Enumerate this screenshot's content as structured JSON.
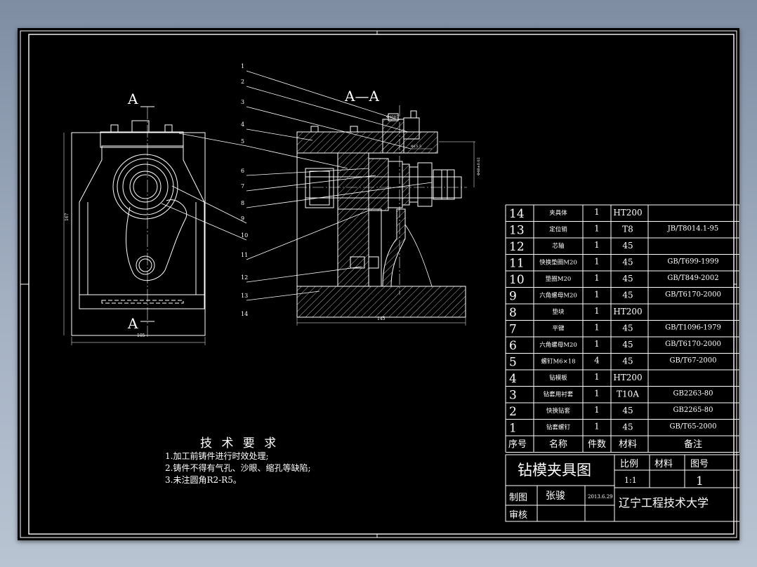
{
  "drawing": {
    "left_view_label": "A",
    "section_title": "A—A",
    "callouts": [
      "1",
      "2",
      "3",
      "4",
      "5",
      "6",
      "7",
      "8",
      "9",
      "10",
      "11",
      "12",
      "13",
      "14"
    ],
    "dims": {
      "right_width": "145",
      "left_width": "105",
      "left_height": "167",
      "small_top": "Φ40H7",
      "small_mid": "Φ15.5",
      "right_height": "Φ48±0.02"
    }
  },
  "tech_requirements": {
    "title": "技 术 要 求",
    "lines": [
      "1.加工前铸件进行时效处理;",
      "2.铸件不得有气孔、沙眼、缩孔等缺陷;",
      "3.未注圆角R2-R5。"
    ]
  },
  "bom": {
    "rows": [
      {
        "no": "14",
        "name": "夹具体",
        "qty": "1",
        "mat": "HT200",
        "std": ""
      },
      {
        "no": "13",
        "name": "定位销",
        "qty": "1",
        "mat": "T8",
        "std": "JB/T8014.1-95"
      },
      {
        "no": "12",
        "name": "芯轴",
        "qty": "1",
        "mat": "45",
        "std": ""
      },
      {
        "no": "11",
        "name": "快换垫圈M20",
        "qty": "1",
        "mat": "45",
        "std": "GB/T699-1999"
      },
      {
        "no": "10",
        "name": "垫圈M20",
        "qty": "1",
        "mat": "45",
        "std": "GB/T849-2002"
      },
      {
        "no": "9",
        "name": "六角螺母M20",
        "qty": "1",
        "mat": "45",
        "std": "GB/T6170-2000"
      },
      {
        "no": "8",
        "name": "垫块",
        "qty": "1",
        "mat": "HT200",
        "std": ""
      },
      {
        "no": "7",
        "name": "平键",
        "qty": "1",
        "mat": "45",
        "std": "GB/T1096-1979"
      },
      {
        "no": "6",
        "name": "六角螺母M20",
        "qty": "1",
        "mat": "45",
        "std": "GB/T6170-2000"
      },
      {
        "no": "5",
        "name": "螺钉M6×18",
        "qty": "4",
        "mat": "45",
        "std": "GB/T67-2000"
      },
      {
        "no": "4",
        "name": "钻模板",
        "qty": "1",
        "mat": "HT200",
        "std": ""
      },
      {
        "no": "3",
        "name": "钻套用衬套",
        "qty": "1",
        "mat": "T10A",
        "std": "GB2263-80"
      },
      {
        "no": "2",
        "name": "快换钻套",
        "qty": "1",
        "mat": "45",
        "std": "GB2265-80"
      },
      {
        "no": "1",
        "name": "钻套螺钉",
        "qty": "1",
        "mat": "45",
        "std": "GB/T65-2000"
      }
    ],
    "header": {
      "no": "序号",
      "name": "名称",
      "qty": "件数",
      "mat": "材料",
      "std": "备注"
    }
  },
  "title_block": {
    "drawing_title": "钻模夹具图",
    "scale_label": "比例",
    "material_label": "材料",
    "sheet_label": "图号",
    "scale_value": "1:1",
    "sheet_value": "1",
    "drawn_label": "制图",
    "drawn_by": "张骏",
    "date": "2013.6.29",
    "review_label": "审核",
    "school": "辽宁工程技术大学"
  },
  "colors": {
    "background": "#000000",
    "lines": "#ffffff",
    "desktop": "#a4b1c3"
  }
}
